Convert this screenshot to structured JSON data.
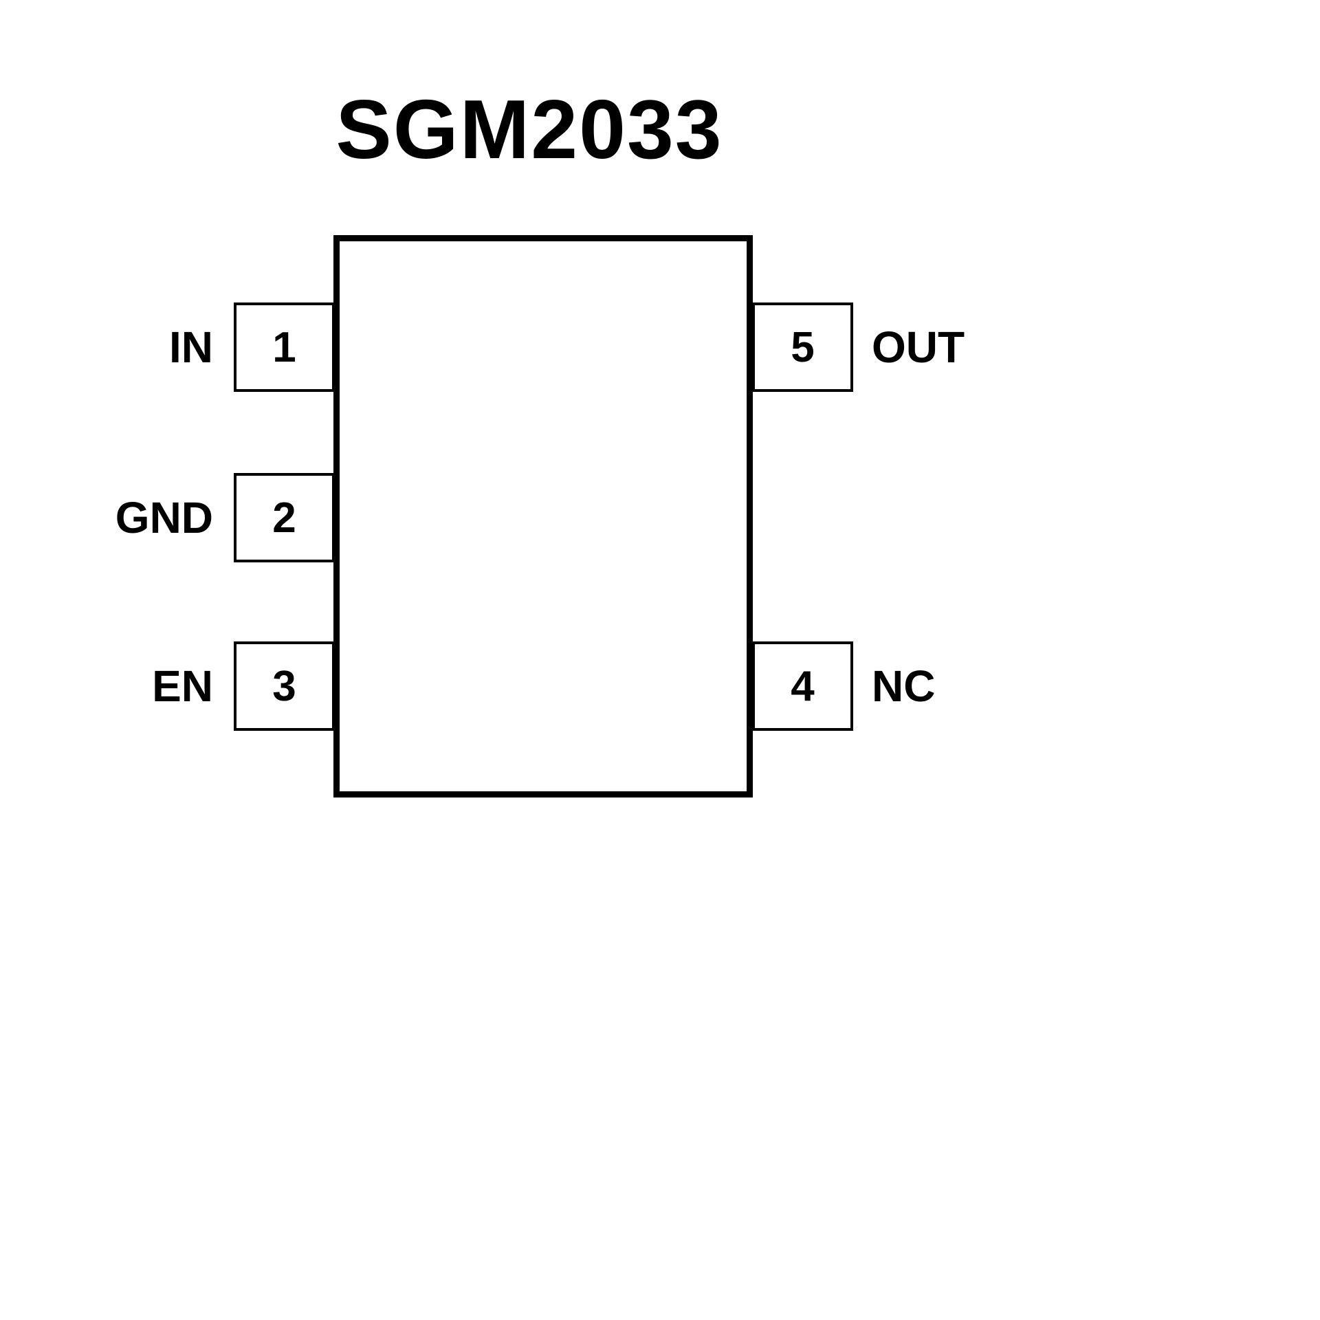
{
  "title": "SGM2033",
  "diagram_type": "ic-pinout",
  "colors": {
    "line": "#000000",
    "background": "#ffffff",
    "text": "#000000"
  },
  "pins": {
    "left": [
      {
        "number": "1",
        "label": "IN"
      },
      {
        "number": "2",
        "label": "GND"
      },
      {
        "number": "3",
        "label": "EN"
      }
    ],
    "right": [
      {
        "number": "5",
        "label": "OUT"
      },
      {
        "number": "4",
        "label": "NC"
      }
    ]
  }
}
